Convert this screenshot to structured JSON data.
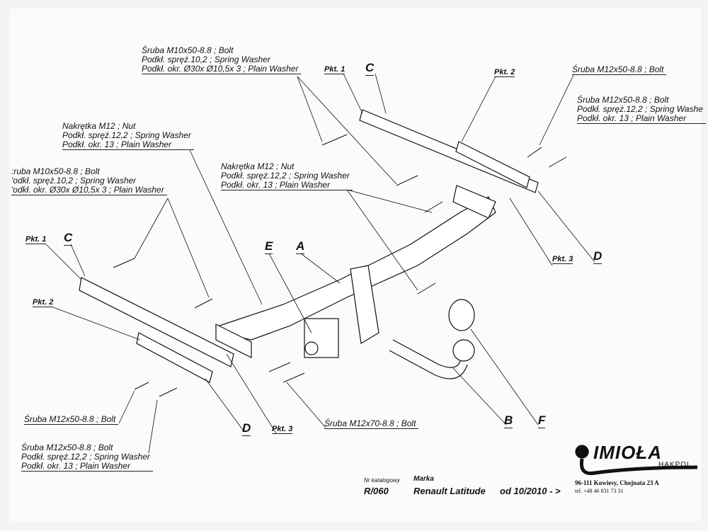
{
  "labels": {
    "top_bolt_group": [
      "Śruba M10x50-8.8 ;  Bolt",
      "Podkł. spręż.10,2 ; Spring Washer",
      "Podkł. okr.  Ø30x Ø10,5x 3 ; Plain Washer"
    ],
    "left_nut_group": [
      "Nakrętka  M12 ; Nut",
      "Podkł. spręż.12,2 ; Spring Washer",
      "Podkł. okr. 13 ; Plain Washer"
    ],
    "left_bolt_group": [
      ":ruba M10x50-8.8 ;  Bolt",
      "'odkł. spręż.10,2 ; Spring Washer",
      "'odkł. okr.  Ø30x Ø10,5x 3 ; Plain Washer"
    ],
    "mid_nut_group": [
      "Nakrętka  M12 ; Nut",
      "Podkł. spręż.12,2 ; Spring Washer",
      "Podkł. okr. 13 ; Plain Washer"
    ],
    "right_bolt_single": "Śruba M12x50-8.8 ;  Bolt",
    "right_bolt_group": [
      "Śruba M12x50-8.8 ;  Bolt",
      "Podkł. spręż.12,2 ; Spring Washe",
      "Podkł. okr. 13 ; Plain Washer"
    ],
    "bottom_bolt_single": "Śruba M12x50-8.8 ;  Bolt",
    "bottom_bolt_group": [
      "Śruba M12x50-8.8 ;  Bolt",
      "Podkł. spręż.12,2 ; Spring Washer",
      "Podkł. okr. 13 ; Plain Washer"
    ],
    "bottom_bolt_m12x70": "Śruba M12x70-8.8 ;  Bolt"
  },
  "tags": {
    "pkt1": "Pkt. 1",
    "pkt2": "Pkt. 2",
    "pkt3": "Pkt. 3"
  },
  "parts": {
    "A": "A",
    "B": "B",
    "C": "C",
    "D": "D",
    "E": "E",
    "F": "F"
  },
  "footer": {
    "catalog_label": "Nr katalogowy",
    "catalog_no": "R/060",
    "brand_label": "Marka",
    "brand": "Renault Latitude",
    "from": "od 10/2010 - >",
    "address": "96-111 Kowiesy, Chojnata 23 A",
    "phone": "tel. +48 46 831 73 31"
  },
  "logo": {
    "name": "IMIOŁA",
    "sub": "HAKPOL"
  }
}
